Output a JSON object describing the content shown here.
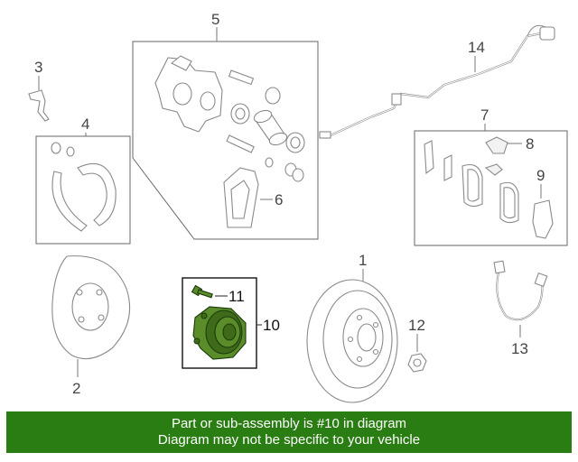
{
  "callouts": {
    "c1": "1",
    "c2": "2",
    "c3": "3",
    "c4": "4",
    "c5": "5",
    "c6": "6",
    "c7": "7",
    "c8": "8",
    "c9": "9",
    "c10": "10",
    "c11": "11",
    "c12": "12",
    "c13": "13",
    "c14": "14"
  },
  "highlight": {
    "color": "#5a8c2a"
  },
  "banner": {
    "line1": "Part or sub-assembly is #10 in diagram",
    "line2": "Diagram may not be specific to your vehicle",
    "color": "#2a7d12"
  }
}
